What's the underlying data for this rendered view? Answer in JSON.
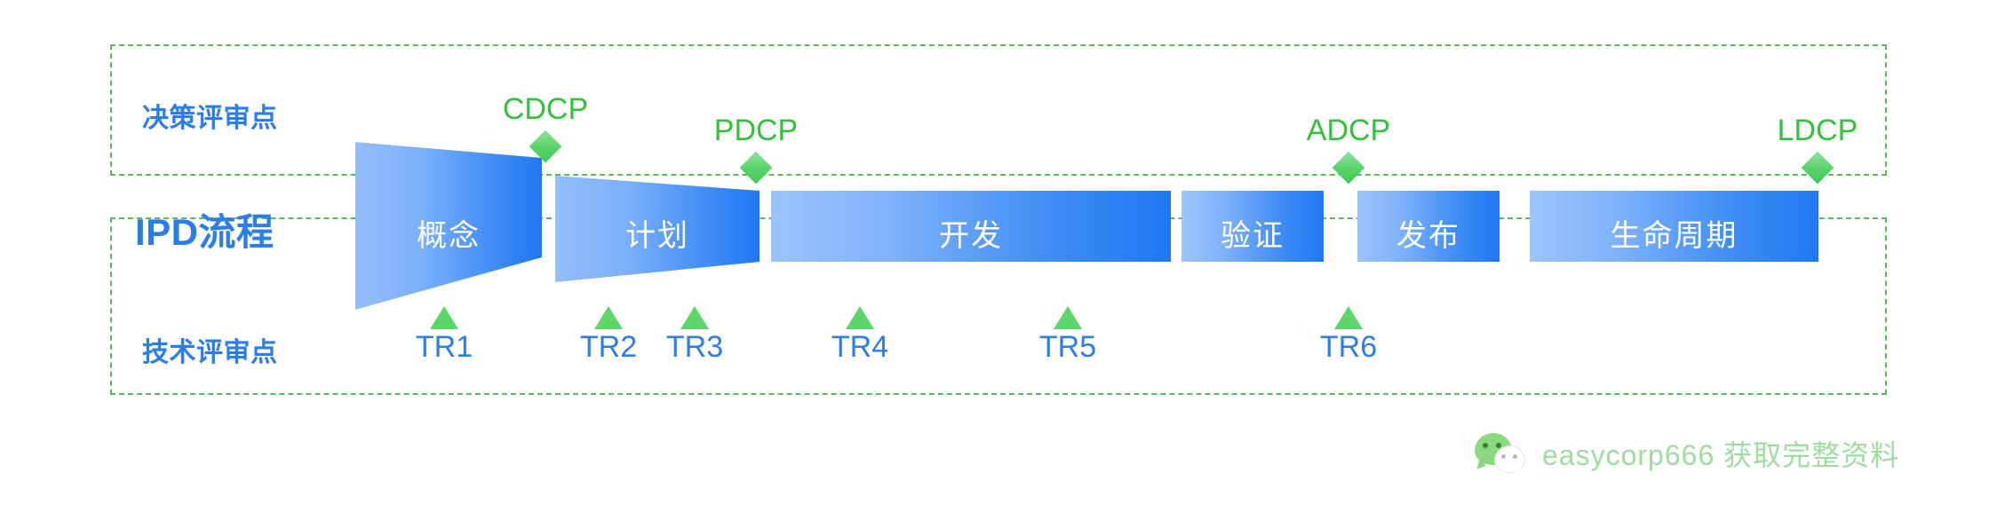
{
  "rows": {
    "decision_label": "决策评审点",
    "process_label": "IPD流程",
    "technical_label": "技术评审点"
  },
  "stages": [
    {
      "name": "概念",
      "shape": "trapezoid-down"
    },
    {
      "name": "计划",
      "shape": "trapezoid-down"
    },
    {
      "name": "开发",
      "shape": "rect"
    },
    {
      "name": "验证",
      "shape": "rect"
    },
    {
      "name": "发布",
      "shape": "rect"
    },
    {
      "name": "生命周期",
      "shape": "rect"
    }
  ],
  "decision_points": [
    {
      "label": "CDCP"
    },
    {
      "label": "PDCP"
    },
    {
      "label": "ADCP"
    },
    {
      "label": "LDCP"
    }
  ],
  "technical_reviews": [
    {
      "label": "TR1"
    },
    {
      "label": "TR2"
    },
    {
      "label": "TR3"
    },
    {
      "label": "TR4"
    },
    {
      "label": "TR5"
    },
    {
      "label": "TR6"
    }
  ],
  "watermark": {
    "icon": "wechat-icon",
    "text": "easycorp666  获取完整资料"
  },
  "colors": {
    "accent_blue": "#2b7de9",
    "bar_blue_dark": "#1f78f2",
    "bar_blue_light": "#9dc4fb",
    "marker_green": "#33c13b",
    "dash_green": "#5cb85c",
    "watermark_green": "#9fdca0"
  }
}
